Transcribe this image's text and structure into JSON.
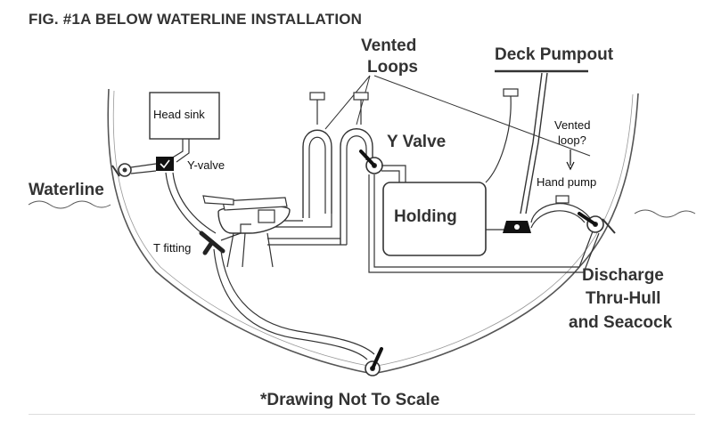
{
  "figure": {
    "title": "FIG. #1A  BELOW WATERLINE INSTALLATION",
    "footnote": "*Drawing Not To Scale"
  },
  "labels": {
    "vented_loops": [
      "Vented",
      "Loops"
    ],
    "deck_pumpout": "Deck Pumpout",
    "head_sink": "Head sink",
    "y_valve_small": "Y-valve",
    "y_valve_big": "Y Valve",
    "vented_loop_q": [
      "Vented",
      "loop?"
    ],
    "waterline": "Waterline",
    "hand_pump": "Hand pump",
    "holding": "Holding",
    "t_fitting": "T fitting",
    "discharge": [
      "Discharge",
      "Thru-Hull",
      "and Seacock"
    ]
  },
  "colors": {
    "line": "#333333",
    "fitting": "#111111",
    "hull": "#555555"
  }
}
